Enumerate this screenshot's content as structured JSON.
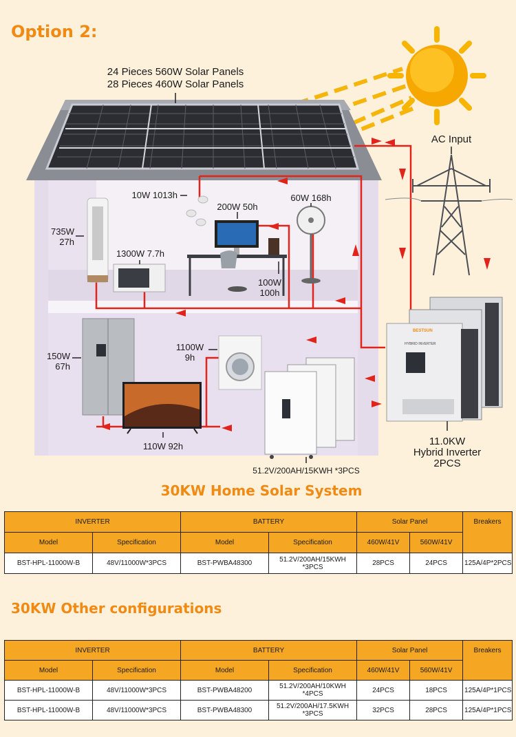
{
  "option_title": "Option 2:",
  "labels": {
    "panels_line1": "24 Pieces 560W Solar Panels",
    "panels_line2": "28 Pieces 460W Solar Panels",
    "ac_input": "AC Input",
    "lamp": "10W 1013h",
    "computer": "200W 50h",
    "fan": "60W 168h",
    "ac_unit_w": "735W",
    "ac_unit_h": "27h",
    "microwave": "1300W 7.7h",
    "speaker_w": "100W",
    "speaker_h": "100h",
    "fridge_w": "150W",
    "fridge_h": "67h",
    "washer_w": "1100W",
    "washer_h": "9h",
    "tv": "110W 92h",
    "battery": "51.2V/200AH/15KWH *3PCS",
    "inverter_l1": "11.0KW",
    "inverter_l2": "Hybrid Inverter",
    "inverter_l3": "2PCS",
    "inverter_brand": "BESTSUN",
    "inverter_model": "HYBRID INVERTER",
    "system_title": "30KW Home Solar System"
  },
  "table1": {
    "group_inverter": "INVERTER",
    "group_battery": "BATTERY",
    "group_panel": "Solar Panel",
    "group_breakers": "Breakers",
    "col_model": "Model",
    "col_spec": "Specification",
    "col_460": "460W/41V",
    "col_560": "560W/41V",
    "rows": [
      {
        "inv_model": "BST-HPL-11000W-B",
        "inv_spec": "48V/11000W*3PCS",
        "bat_model": "BST-PWBA48300",
        "bat_spec": "51.2V/200AH/15KWH *3PCS",
        "p460": "28PCS",
        "p560": "24PCS",
        "breaker": "125A/4P*2PCS"
      }
    ]
  },
  "other_title": "30KW Other configurations",
  "table2": {
    "group_inverter": "INVERTER",
    "group_battery": "BATTERY",
    "group_panel": "Solar Panel",
    "group_breakers": "Breakers",
    "col_model": "Model",
    "col_spec": "Specification",
    "col_460": "460W/41V",
    "col_560": "560W/41V",
    "rows": [
      {
        "inv_model": "BST-HPL-11000W-B",
        "inv_spec": "48V/11000W*3PCS",
        "bat_model": "BST-PWBA48200",
        "bat_spec": "51.2V/200AH/10KWH *4PCS",
        "p460": "24PCS",
        "p560": "18PCS",
        "breaker": "125A/4P*1PCS"
      },
      {
        "inv_model": "BST-HPL-11000W-B",
        "inv_spec": "48V/11000W*3PCS",
        "bat_model": "BST-PWBA48300",
        "bat_spec": "51.2V/200AH/17.5KWH *3PCS",
        "p460": "32PCS",
        "p560": "28PCS",
        "breaker": "125A/4P*1PCS"
      }
    ]
  },
  "colors": {
    "accent": "#f08a12",
    "table_header": "#f5a623",
    "wire": "#e0241b",
    "sun": "#f7b500"
  }
}
